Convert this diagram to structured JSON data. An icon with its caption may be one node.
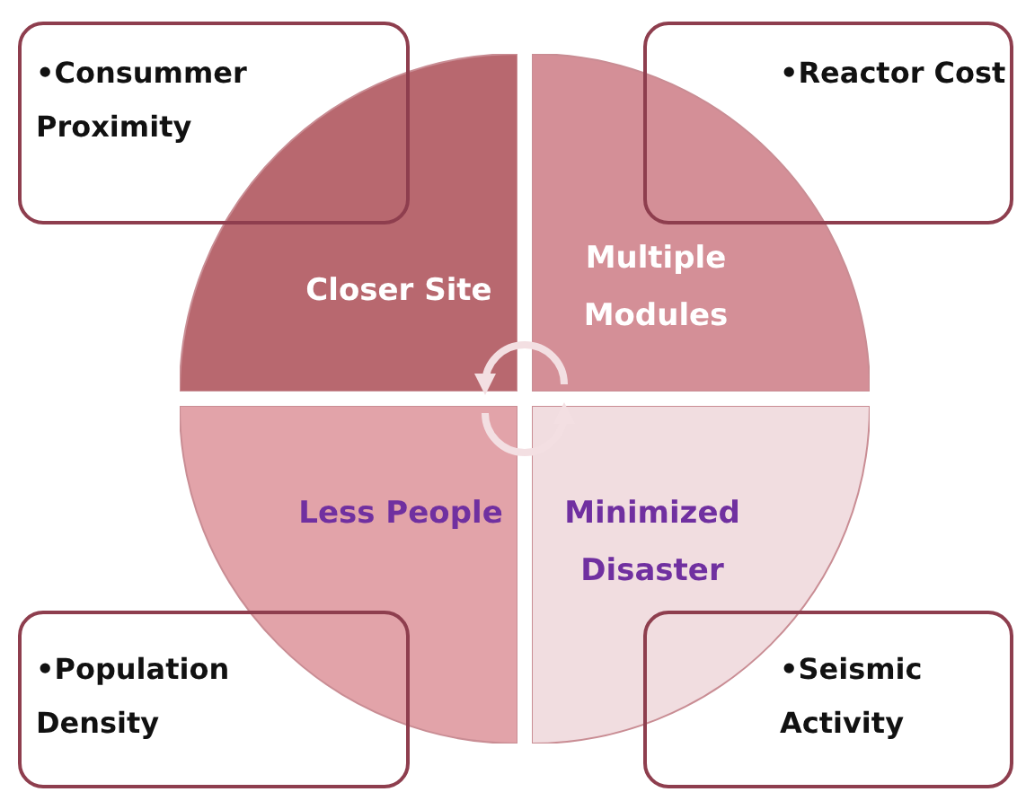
{
  "diagram": {
    "nodes": [
      {
        "text": [
          "•Consummer Proximity"
        ]
      },
      {
        "text": [
          "Closer Site"
        ]
      },
      {
        "text": [
          "Multiple Modules"
        ]
      },
      {
        "text": [
          "•Reactor Cost"
        ]
      },
      {
        "text": [
          "Less People"
        ]
      },
      {
        "text": [
          "Minimized Disaster"
        ]
      },
      {
        "text": [
          "•Population Density"
        ]
      },
      {
        "text": [
          "•Seismic Activity"
        ]
      }
    ],
    "edges": [
      {
        "from": 2,
        "to": 1,
        "arrow": "to"
      },
      {
        "from": 4,
        "to": 5,
        "arrow": "to"
      }
    ]
  }
}
